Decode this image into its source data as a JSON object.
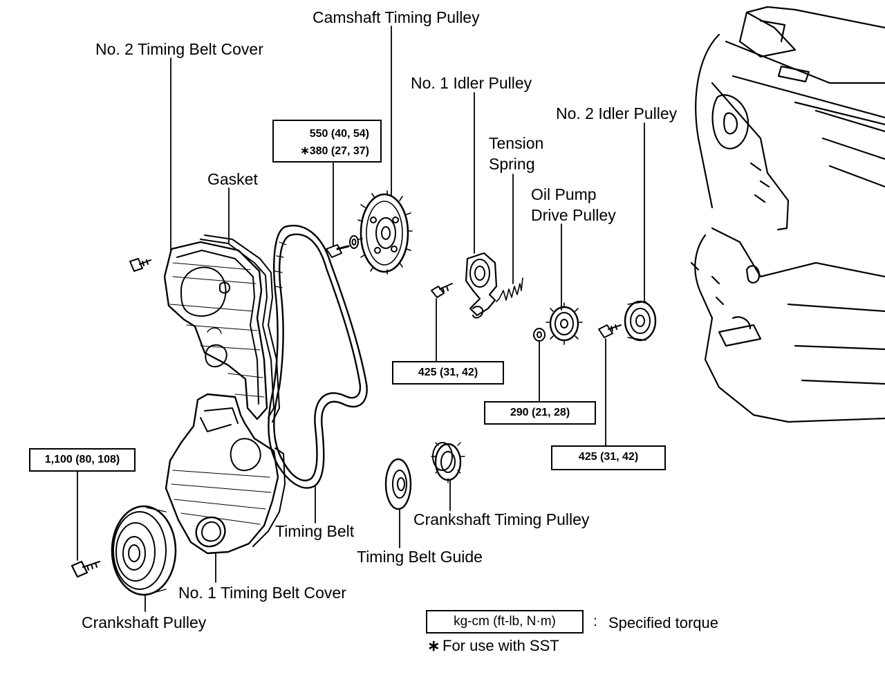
{
  "labels": {
    "camshaft_timing_pulley": "Camshaft Timing Pulley",
    "no2_timing_belt_cover": "No. 2 Timing Belt Cover",
    "no1_idler_pulley": "No. 1 Idler Pulley",
    "no2_idler_pulley": "No. 2 Idler Pulley",
    "tension_spring_1": "Tension",
    "tension_spring_2": "Spring",
    "oil_pump_drive_pulley_1": "Oil Pump",
    "oil_pump_drive_pulley_2": "Drive Pulley",
    "gasket": "Gasket",
    "timing_belt": "Timing Belt",
    "crankshaft_timing_pulley": "Crankshaft Timing Pulley",
    "timing_belt_guide": "Timing Belt Guide",
    "no1_timing_belt_cover": "No. 1 Timing Belt Cover",
    "crankshaft_pulley": "Crankshaft Pulley"
  },
  "torque_boxes": {
    "camshaft_bolt_line1": "550 (40, 54)",
    "camshaft_bolt_line2": "∗380 (27, 37)",
    "idler1_bolt": "425 (31, 42)",
    "oil_pump_nut": "290 (21, 28)",
    "idler2_bolt": "425 (31, 42)",
    "crankshaft_bolt": "1,100 (80, 108)"
  },
  "legend": {
    "unit_box": "kg-cm (ft-lb, N·m)",
    "colon": ":",
    "unit_desc": "Specified torque",
    "sst_mark": "∗",
    "sst_note": "For use with SST"
  }
}
